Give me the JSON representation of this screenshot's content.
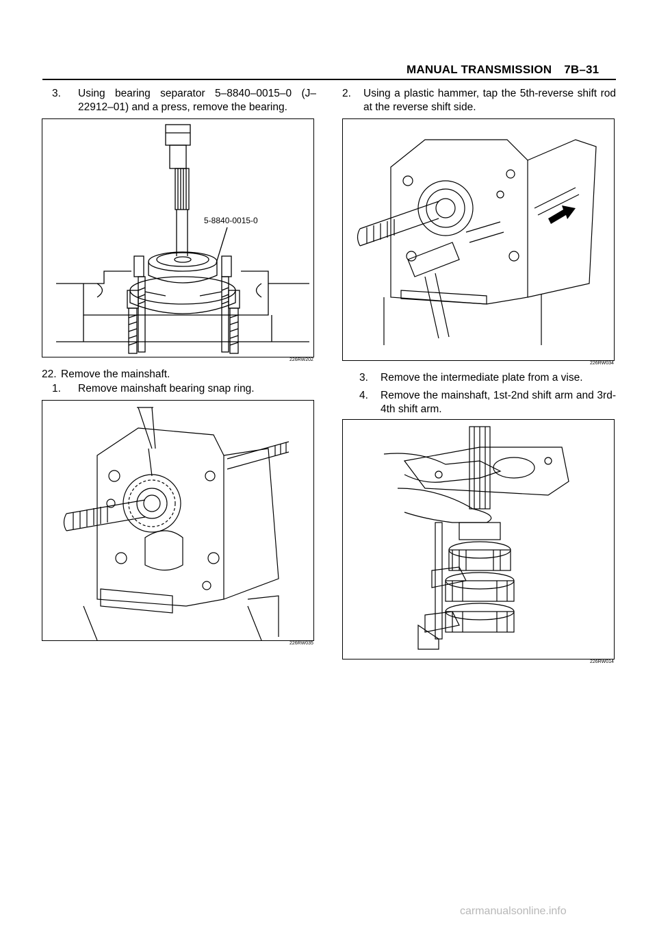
{
  "header": {
    "title": "MANUAL TRANSMISSION",
    "page": "7B–31"
  },
  "left": {
    "step3": {
      "num": "3.",
      "text": "Using bearing separator 5–8840–0015–0 (J–22912–01) and a press, remove the bearing."
    },
    "fig1": {
      "callout": "5-8840-0015-0",
      "id": "226RW202"
    },
    "step22": {
      "num": "22.",
      "text": "Remove the mainshaft."
    },
    "step1": {
      "num": "1.",
      "text": "Remove mainshaft bearing snap ring."
    },
    "fig2": {
      "id": "226RW035"
    }
  },
  "right": {
    "step2": {
      "num": "2.",
      "text": "Using a plastic hammer, tap the 5th-reverse shift rod at the reverse shift side."
    },
    "fig3": {
      "id": "226RW034"
    },
    "step3": {
      "num": "3.",
      "text": "Remove the intermediate plate from a vise."
    },
    "step4": {
      "num": "4.",
      "text": "Remove the mainshaft, 1st-2nd shift arm and 3rd-4th shift arm."
    },
    "fig4": {
      "id": "226RW014"
    }
  },
  "watermark": "carmanualsonline.info"
}
